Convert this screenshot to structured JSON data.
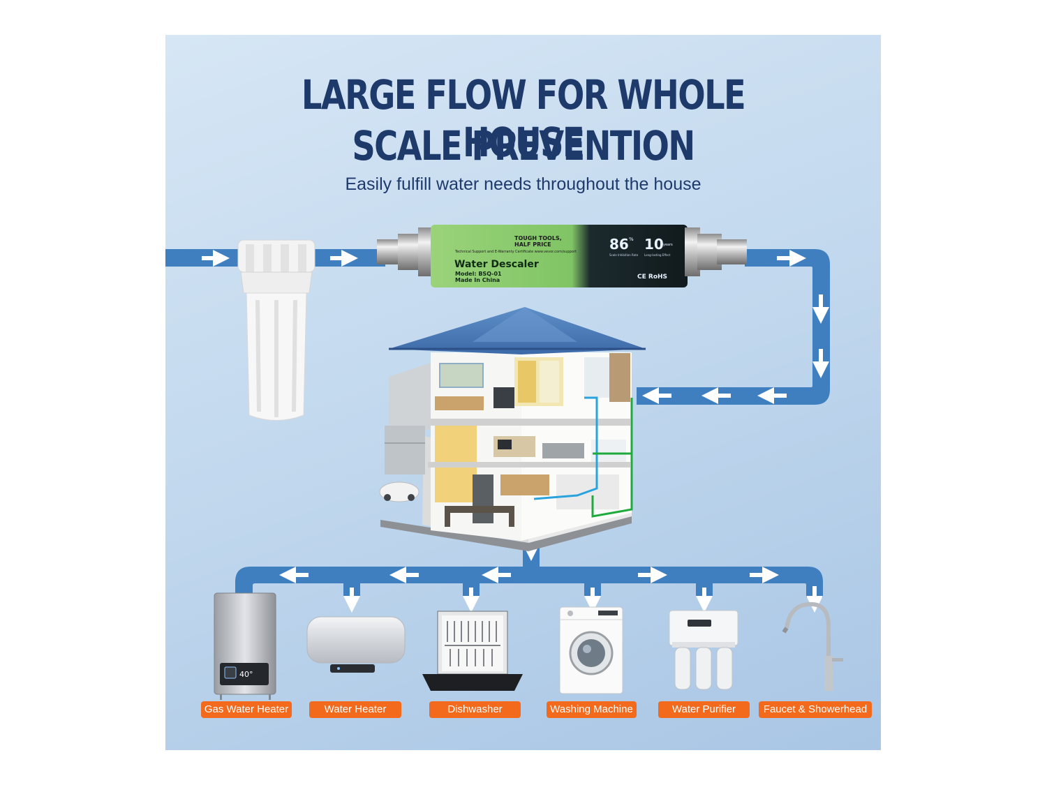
{
  "title": {
    "line1": "LARGE FLOW FOR WHOLE HOUSE",
    "line2": "SCALE PREVENTION"
  },
  "subtitle": "Easily fulfill water needs throughout the house",
  "product": {
    "slogan1": "TOUGH TOOLS,",
    "slogan2": "HALF PRICE",
    "support_line": "Technical Support and E-Warranty Certificate www.vevor.com/support",
    "name": "Water Descaler",
    "model": "Model: BSQ-01",
    "origin": "Made In China",
    "stat1_value": "86",
    "stat1_unit": "%",
    "stat1_caption": "Scale Inhibition Rate",
    "stat2_value": "10",
    "stat2_unit": "years",
    "stat2_caption": "Long-lasting Effect",
    "cert": "CE RoHS"
  },
  "appliances": [
    {
      "label": "Gas Water Heater",
      "icon": "gas-water-heater"
    },
    {
      "label": "Water Heater",
      "icon": "water-heater"
    },
    {
      "label": "Dishwasher",
      "icon": "dishwasher"
    },
    {
      "label": "Washing Machine",
      "icon": "washing-machine"
    },
    {
      "label": "Water Purifier",
      "icon": "water-purifier"
    },
    {
      "label": "Faucet & Showerhead",
      "icon": "faucet-showerhead"
    }
  ],
  "colors": {
    "title": "#1e3a6b",
    "pipe": "#3f7fbf",
    "label_bg": "#f46a1d",
    "label_text": "#ffffff",
    "cold_line": "#29a3dd",
    "green_line": "#1eaa3c"
  }
}
